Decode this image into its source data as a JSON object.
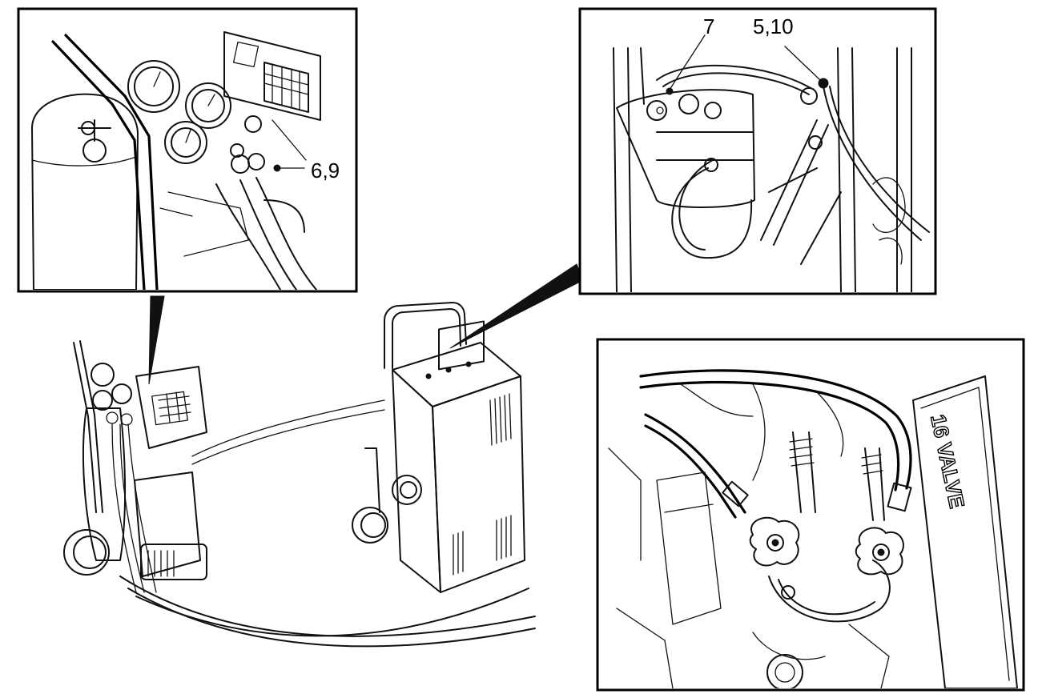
{
  "callouts": {
    "left_inset": "6,9",
    "top_right_inset_a": "7",
    "top_right_inset_b": "5,10"
  },
  "engine_cover_text": "16 VALVE",
  "colors": {
    "ink": "#000000",
    "background": "#ffffff"
  }
}
